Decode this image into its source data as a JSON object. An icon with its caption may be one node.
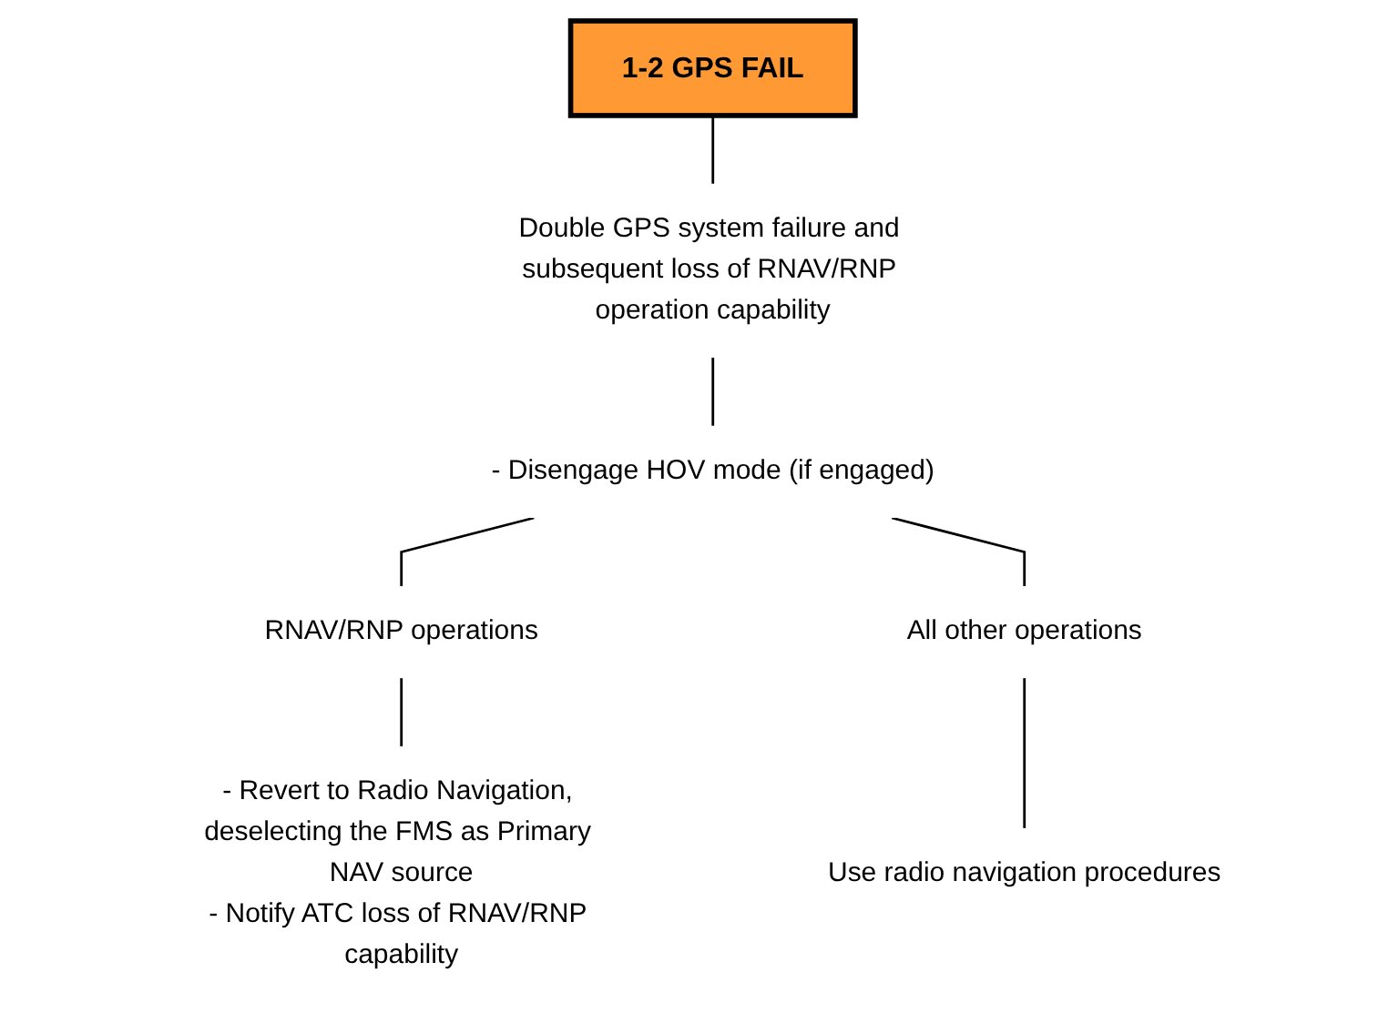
{
  "diagram": {
    "nodes": [
      {
        "text": [
          "1-2 GPS FAIL"
        ]
      },
      {
        "text": [
          "Double GPS system failure and subsequent loss of RNAV/RNP operation capability"
        ]
      },
      {
        "text": [
          "- Disengage HOV mode (if engaged)"
        ]
      },
      {
        "text": [
          "RNAV/RNP operations"
        ]
      },
      {
        "text": [
          "All other operations"
        ]
      },
      {
        "text": [
          "- Revert to Radio Navigation, deselecting the FMS as Primary NAV source",
          "- Notify ATC loss of RNAV/RNP capability"
        ]
      },
      {
        "text": [
          "Use radio navigation procedures"
        ]
      }
    ],
    "edges": [
      {
        "from": 0,
        "to": 1,
        "arrow": "none"
      },
      {
        "from": 1,
        "to": 2,
        "arrow": "none"
      },
      {
        "from": 2,
        "to": 3,
        "arrow": "none"
      },
      {
        "from": 2,
        "to": 4,
        "arrow": "none"
      },
      {
        "from": 3,
        "to": 5,
        "arrow": "none"
      },
      {
        "from": 4,
        "to": 6,
        "arrow": "none"
      }
    ]
  }
}
